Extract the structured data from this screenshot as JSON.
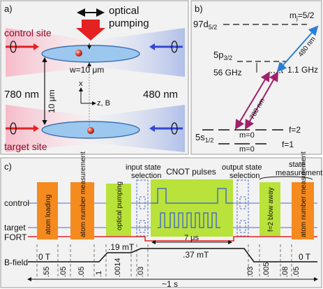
{
  "panel_a": {
    "label": "a)",
    "pumping_line1": "optical",
    "pumping_line2": "pumping",
    "control_site": "control site",
    "target_site": "target site",
    "wavelength_left": "780 nm",
    "wavelength_right": "480 nm",
    "waist": "w=10 μm",
    "separation": "10 μm",
    "axis_x": "x",
    "axis_zb": "z, B"
  },
  "panel_b": {
    "label": "b)",
    "level_97d": "97d",
    "level_97d_sub": "5/2",
    "level_5p": "5p",
    "level_5p_sub": "3/2",
    "level_5s": "5s",
    "level_5s_sub": "1/2",
    "mj": "m",
    "mj_sub": "j",
    "mj_val": "=5/2",
    "detuning_left": "56 GHz",
    "detuning_right": "1.1 GHz",
    "laser_780": "780 nm",
    "laser_480": "480 nm",
    "m0_upper": "m=0",
    "m0_lower": "m=0",
    "f2": "f=2",
    "f1": "f=1"
  },
  "panel_c": {
    "label": "c)",
    "channel_control": "control",
    "channel_target": "target",
    "channel_fort": "FORT",
    "channel_bfield": "B-field",
    "block_atom_loading": "atom loading",
    "block_number_meas_1": "atom number measurement",
    "block_optical_pumping": "optical pumping",
    "block_blow_away": "f=2 blow away",
    "block_number_meas_2": "atom number measurement",
    "header_input": "input state selection",
    "header_cnot": "CNOT pulses",
    "header_output": "output state selection",
    "header_state_meas": "state measurement",
    "duration_7us": "7 μs",
    "b_0T_left": "0 T",
    "b_19mT": ".19 mT",
    "b_37mT": ".37 mT",
    "b_0T_right": "0 T",
    "time_labels": [
      ".55",
      ".05",
      ".05",
      ".1",
      ".0014",
      ".03",
      ".03",
      ".005",
      ".08",
      ".05"
    ],
    "total_time": "~1 s"
  }
}
